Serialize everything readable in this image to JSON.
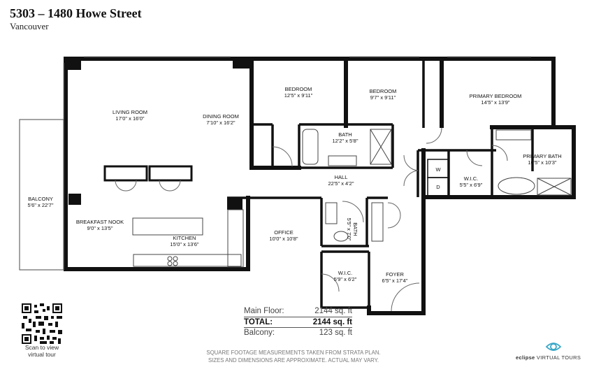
{
  "header": {
    "title": "5303 – 1480 Howe Street",
    "subtitle": "Vancouver"
  },
  "rooms": {
    "living": {
      "name": "LIVING ROOM",
      "dim": "17'0\" x 16'0\""
    },
    "dining": {
      "name": "DINING ROOM",
      "dim": "7'10\" x 16'2\""
    },
    "bedroom1": {
      "name": "BEDROOM",
      "dim": "12'5\" x 9'11\""
    },
    "bedroom2": {
      "name": "BEDROOM",
      "dim": "9'7\" x 9'11\""
    },
    "primary_bedroom": {
      "name": "PRIMARY BEDROOM",
      "dim": "14'5\" x 13'9\""
    },
    "bath": {
      "name": "BATH",
      "dim": "12'2\" x 5'8\""
    },
    "primary_bath": {
      "name": "PRIMARY BATH",
      "dim": "10'5\" x 10'3\""
    },
    "wic_primary": {
      "name": "W.I.C.",
      "dim": "5'5\" x 6'9\""
    },
    "hall": {
      "name": "HALL",
      "dim": "22'5\" x 4'2\""
    },
    "balcony": {
      "name": "BALCONY",
      "dim": "5'6\" x 22'7\""
    },
    "breakfast": {
      "name": "BREAKFAST NOOK",
      "dim": "9'0\" x 13'5\""
    },
    "kitchen": {
      "name": "KITCHEN",
      "dim": "15'0\" x 13'6\""
    },
    "office": {
      "name": "OFFICE",
      "dim": "10'0\" x 10'8\""
    },
    "bath2": {
      "name": "BATH",
      "dim": "5'5\" x 7'0\""
    },
    "wic2": {
      "name": "W.I.C.",
      "dim": "5'9\" x 6'2\""
    },
    "foyer": {
      "name": "FOYER",
      "dim": "6'5\" x 17'4\""
    },
    "laundry": {
      "washer": "W",
      "dryer": "D"
    }
  },
  "summary": {
    "main_floor_label": "Main Floor:",
    "main_floor_value": "2144 sq. ft",
    "total_label": "TOTAL:",
    "total_value": "2144 sq. ft",
    "balcony_label": "Balcony:",
    "balcony_value": "123 sq. ft"
  },
  "qr": {
    "caption_line1": "Scan to view",
    "caption_line2": "virtual tour"
  },
  "disclaimer": {
    "line1": "SQUARE FOOTAGE MEASUREMENTS TAKEN FROM STRATA PLAN.",
    "line2": "SIZES AND DIMENSIONS ARE APPROXIMATE. ACTUAL MAY VARY."
  },
  "brand": {
    "name_bold": "eclipse",
    "name_rest": " VIRTUAL TOURS"
  }
}
